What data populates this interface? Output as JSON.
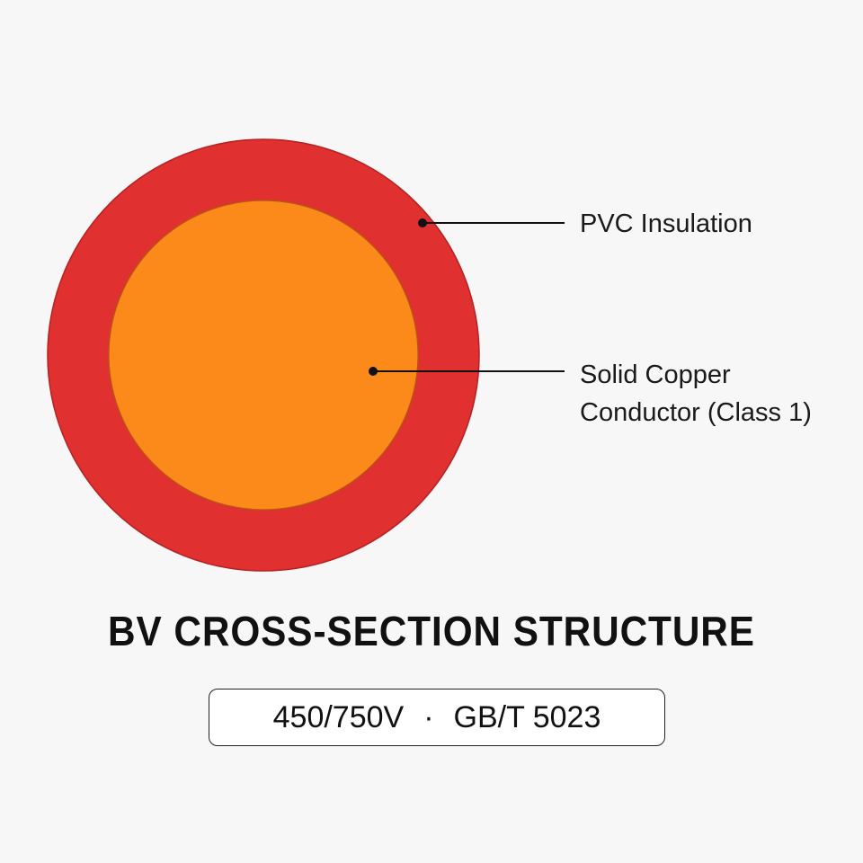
{
  "diagram": {
    "layers": [
      {
        "name": "insulation",
        "label": "PVC Insulation",
        "color": "#e03030"
      },
      {
        "name": "conductor",
        "label_lines": [
          "Solid Copper",
          "Conductor (Class 1)"
        ],
        "color": "#fb8a1a"
      }
    ],
    "title": "BV CROSS-SECTION STRUCTURE",
    "specs": {
      "voltage": "450/750V",
      "separator": "·",
      "standard": "GB/T 5023"
    }
  }
}
